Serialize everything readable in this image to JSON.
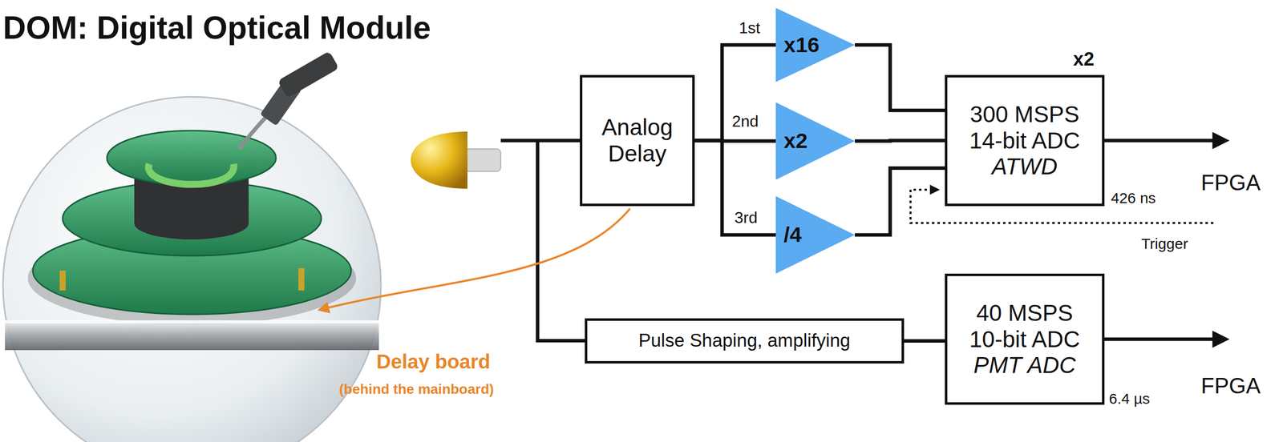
{
  "diagram": {
    "title": "DOM: Digital Optical Module",
    "nodes": [
      {
        "text": [
          "Analog Delay"
        ]
      },
      {
        "text": [
          "x16"
        ]
      },
      {
        "text": [
          "x2"
        ]
      },
      {
        "text": [
          "/4"
        ]
      },
      {
        "text": [
          "300 MSPS",
          "14-bit ADC",
          "ATWD"
        ]
      },
      {
        "text": [
          "Pulse Shaping, amplifying"
        ]
      },
      {
        "text": [
          "40 MSPS",
          "10-bit ADC",
          "PMT ADC"
        ]
      }
    ],
    "edges": [
      {
        "from": 0,
        "to": 1,
        "arrow": "none"
      },
      {
        "from": 0,
        "to": 2,
        "arrow": "none"
      },
      {
        "from": 0,
        "to": 3,
        "arrow": "none"
      },
      {
        "from": 1,
        "to": 4,
        "arrow": "none"
      },
      {
        "from": 2,
        "to": 4,
        "arrow": "none"
      },
      {
        "from": 3,
        "to": 4,
        "arrow": "none"
      },
      {
        "from": 5,
        "to": 6,
        "arrow": "none"
      }
    ],
    "labels": [
      "1st",
      "2nd",
      "3rd",
      "x2",
      "426 ns",
      "FPGA",
      "Trigger",
      "6.4 µs",
      "FPGA",
      "Delay board",
      "(behind the mainboard)"
    ]
  }
}
